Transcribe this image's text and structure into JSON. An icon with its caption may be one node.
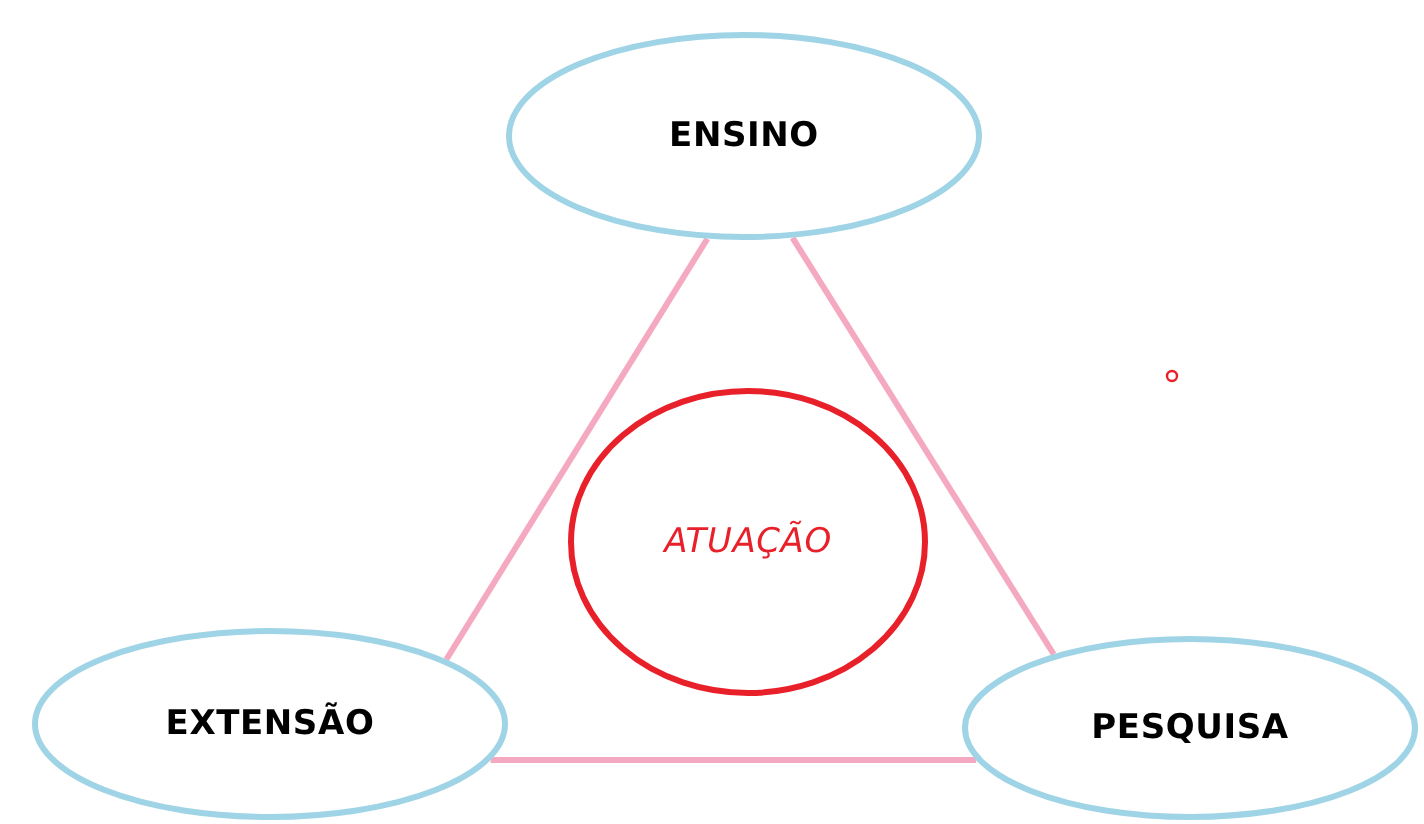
{
  "diagram": {
    "nodes": [
      {
        "text": [
          "ENSINO"
        ]
      },
      {
        "text": [
          "ATUAÇÃO"
        ]
      },
      {
        "text": [
          "EXTENSÃO"
        ]
      },
      {
        "text": [
          "PESQUISA"
        ]
      }
    ],
    "edges": [
      {
        "from": 0,
        "to": 2,
        "arrow": "none"
      },
      {
        "from": 0,
        "to": 3,
        "arrow": "none"
      },
      {
        "from": 2,
        "to": 3,
        "arrow": "none"
      }
    ]
  }
}
